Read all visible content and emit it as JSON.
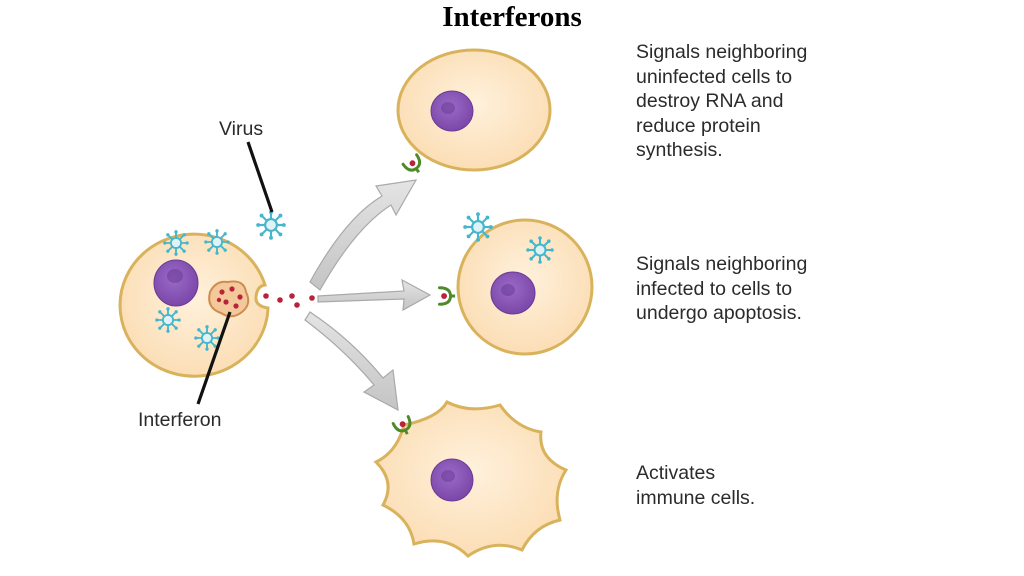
{
  "title": "Interferons",
  "labels": {
    "virus": "Virus",
    "interferon": "Interferon"
  },
  "descriptions": [
    "Signals neighboring\nuninfected cells to\ndestroy RNA and\nreduce protein\nsynthesis.",
    "Signals neighboring\ninfected to cells to\nundergo apoptosis.",
    "Activates\nimmune cells."
  ],
  "colors": {
    "cell_fill": "#fde3c0",
    "cell_border": "#d9b25c",
    "nucleus": "#8b58b8",
    "virus": "#45b6cc",
    "interferon_dot": "#b8233a",
    "receptor": "#4f8a2a",
    "arrow": "#cfcfcf"
  },
  "icons": [
    "virus-icon",
    "interferon-molecule-icon",
    "receptor-icon",
    "arrow-icon"
  ]
}
